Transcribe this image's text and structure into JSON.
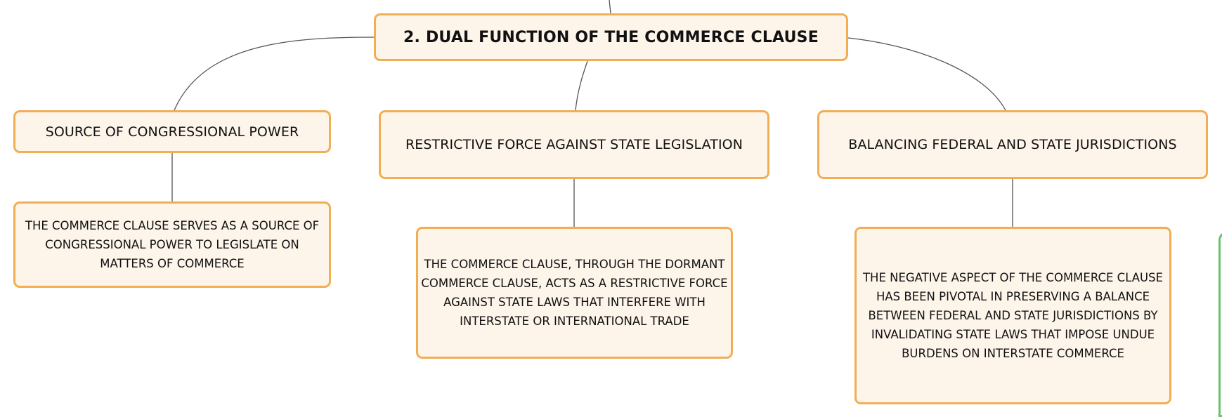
{
  "diagram": {
    "root": {
      "label": "2. DUAL FUNCTION OF THE COMMERCE CLAUSE"
    },
    "branches": [
      {
        "label": "SOURCE OF CONGRESSIONAL POWER",
        "detail": "THE COMMERCE CLAUSE SERVES AS A SOURCE OF CONGRESSIONAL POWER TO LEGISLATE ON MATTERS OF COMMERCE"
      },
      {
        "label": "RESTRICTIVE FORCE AGAINST STATE LEGISLATION",
        "detail": "THE COMMERCE CLAUSE, THROUGH THE DORMANT COMMERCE CLAUSE, ACTS AS A RESTRICTIVE FORCE AGAINST STATE LAWS THAT INTERFERE WITH INTERSTATE OR INTERNATIONAL TRADE"
      },
      {
        "label": "BALANCING FEDERAL AND STATE JURISDICTIONS",
        "detail": "THE NEGATIVE ASPECT OF THE COMMERCE CLAUSE HAS BEEN PIVOTAL IN PRESERVING A BALANCE BETWEEN FEDERAL AND STATE JURISDICTIONS BY INVALIDATING STATE LAWS THAT IMPOSE UNDUE BURDENS ON INTERSTATE COMMERCE"
      }
    ]
  },
  "colors": {
    "node_fill": "#fdf4ea",
    "node_border": "#f2ae55",
    "connector": "#555555",
    "edge_accent": "#6cc070"
  }
}
